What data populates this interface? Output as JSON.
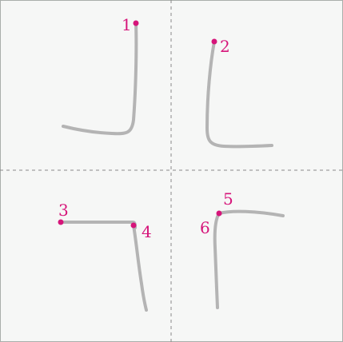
{
  "colors": {
    "background": "#f6f7f6",
    "border": "#a9aeab",
    "guide_line": "#8a8a8a",
    "stroke": "#b4b4b4",
    "marker": "#d6157a"
  },
  "strokes": [
    {
      "number": "1",
      "panel": "top-left"
    },
    {
      "number": "2",
      "panel": "top-right"
    },
    {
      "number": "3",
      "panel": "bottom-left"
    },
    {
      "number": "4",
      "panel": "bottom-left"
    },
    {
      "number": "5",
      "panel": "bottom-right"
    },
    {
      "number": "6",
      "panel": "bottom-right"
    }
  ]
}
